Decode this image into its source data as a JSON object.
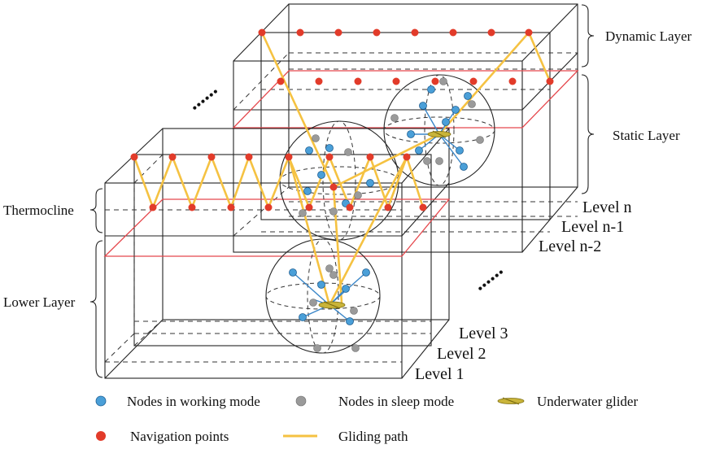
{
  "layers": {
    "dynamic": "Dynamic Layer",
    "static": "Static Layer",
    "thermocline": "Thermocline",
    "lower": "Lower Layer"
  },
  "levels": {
    "level_n": "Level n",
    "level_n1": "Level n-1",
    "level_n2": "Level n-2",
    "level_3": "Level 3",
    "level_2": "Level 2",
    "level_1": "Level 1"
  },
  "ellipsis": "......",
  "legend": {
    "working": "Nodes in working mode",
    "sleep": "Nodes in sleep mode",
    "glider": "Underwater glider",
    "nav": "Navigation points",
    "path": "Gliding path"
  },
  "colors": {
    "working_node": "#4a9fd8",
    "sleep_node": "#9a9a9a",
    "navigation_point": "#e23b2a",
    "gliding_path": "#f5c242",
    "layer_boundary": "#e5484d",
    "glider": "#c9b43a"
  }
}
